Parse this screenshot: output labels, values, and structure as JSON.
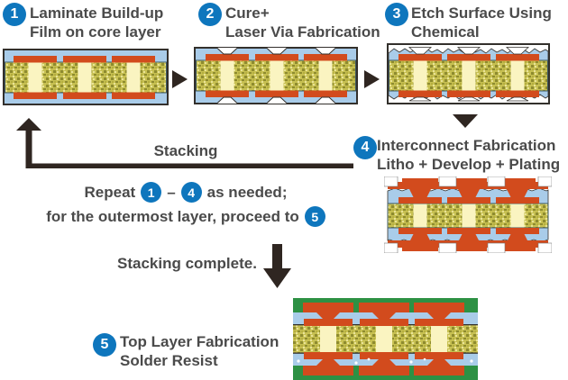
{
  "colors": {
    "badge_blue": "#0e76bd",
    "text_gray": "#4a4a4a",
    "arrow_dark": "#2f2621",
    "film_blue": "#a9cce9",
    "copper": "#d24b1d",
    "via_cream": "#faf4c1",
    "core_khaki": "#c7c052",
    "core_speckle": "#8e8b2f",
    "core_speckle_light": "#e9e398",
    "core_mid": "#b5ae3f",
    "core_edge": "#3d5a66",
    "border_dark": "#33302c",
    "resist_green": "#2d9144"
  },
  "steps": [
    {
      "num": "1",
      "title_line1": "Laminate Build-up",
      "title_line2": "Film on core layer"
    },
    {
      "num": "2",
      "title_line1": "Cure+",
      "title_line2": "Laser Via Fabrication"
    },
    {
      "num": "3",
      "title_line1": "Etch Surface Using",
      "title_line2": "Chemical"
    },
    {
      "num": "4",
      "title_line1": "Interconnect Fabrication",
      "title_line2": "Litho + Develop + Plating"
    },
    {
      "num": "5",
      "title_line1": "Top Layer Fabrication",
      "title_line2": "Solder Resist"
    }
  ],
  "flow": {
    "stacking_label": "Stacking",
    "repeat": {
      "prefix": "Repeat",
      "from": "1",
      "dash": "–",
      "to": "4",
      "suffix": "as needed;"
    },
    "outermost": {
      "prefix": "for the outermost layer, proceed to",
      "step": "5"
    },
    "complete_label": "Stacking complete."
  }
}
